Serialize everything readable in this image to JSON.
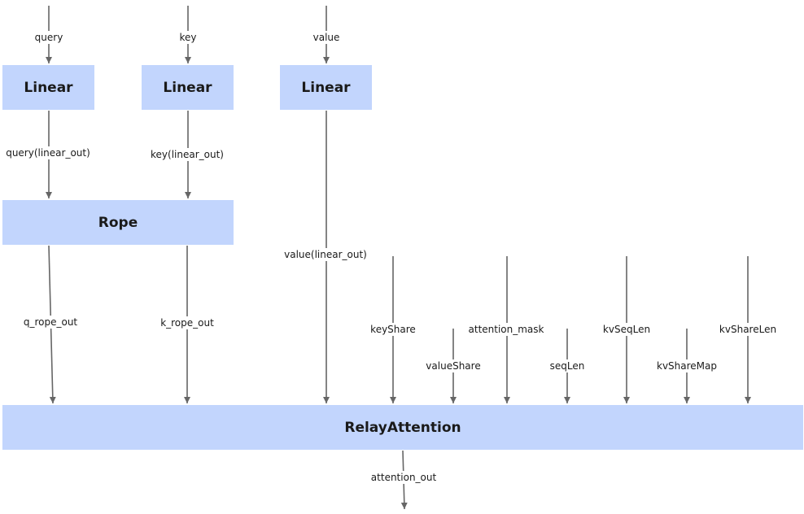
{
  "nodes": {
    "linear_query": "Linear",
    "linear_key": "Linear",
    "linear_value": "Linear",
    "rope": "Rope",
    "relay_attention": "RelayAttention"
  },
  "edges": {
    "query": "query",
    "key": "key",
    "value": "value",
    "query_linear_out": "query(linear_out)",
    "key_linear_out": "key(linear_out)",
    "value_linear_out": "value(linear_out)",
    "q_rope_out": "q_rope_out",
    "k_rope_out": "k_rope_out",
    "key_share": "keyShare",
    "value_share": "valueShare",
    "attention_mask": "attention_mask",
    "seq_len": "seqLen",
    "kv_seq_len": "kvSeqLen",
    "kv_share_map": "kvShareMap",
    "kv_share_len": "kvShareLen",
    "attention_out": "attention_out"
  },
  "colors": {
    "node_fill": "#c2d5fd",
    "line": "#666666",
    "text": "#1a1a1a"
  }
}
